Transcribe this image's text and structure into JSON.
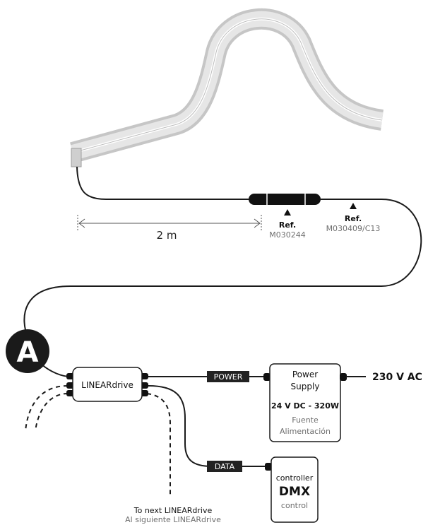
{
  "dimension": {
    "length": "2 m"
  },
  "refs": [
    {
      "label": "Ref.",
      "code": "M030244"
    },
    {
      "label": "Ref.",
      "code": "M030409/C13"
    }
  ],
  "marker": {
    "letter": "A"
  },
  "driver": {
    "name": "LINEARdrive"
  },
  "power_tag": "POWER",
  "data_tag": "DATA",
  "power_supply": {
    "title_line1": "Power",
    "title_line2": "Supply",
    "rating": "24 V DC - 320W",
    "alt_line1": "Fuente",
    "alt_line2": "Alimentación"
  },
  "mains": "230 V AC",
  "controller": {
    "line1": "controller",
    "brand": "DMX",
    "line3": "control"
  },
  "next": {
    "en": "To next LINEARdrive",
    "es": "Al siguiente LINEARdrive"
  },
  "colors": {
    "line": "#1a1a1a",
    "strip": "#d9d9d9",
    "strip_edge": "#bdbdbd",
    "tag_bg": "#222222",
    "gray_text": "#6e6e6e"
  }
}
